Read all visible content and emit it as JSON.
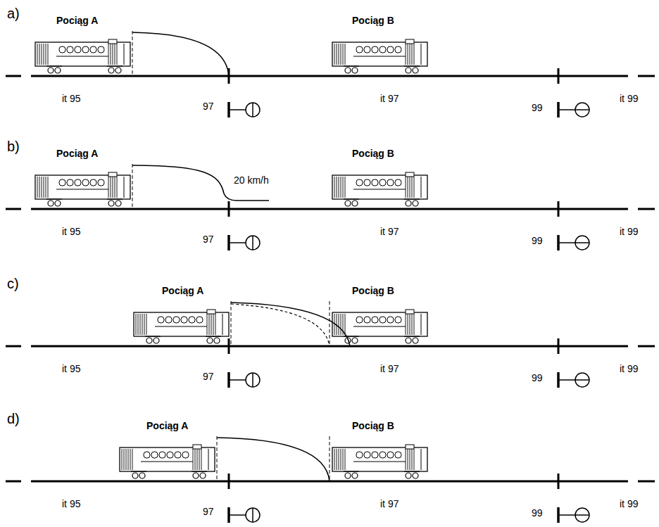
{
  "diagram": {
    "labels": [
      "a)",
      "Pociąg A",
      "Pociąg B",
      "it 95",
      "97",
      "it 97",
      "99",
      "it 99",
      "b)",
      "Pociąg A",
      "Pociąg B",
      "it 95",
      "97",
      "it 97",
      "99",
      "it 99",
      "20 km/h",
      "c)",
      "Pociąg A",
      "Pociąg B",
      "it 95",
      "97",
      "it 97",
      "99",
      "it 99",
      "d)",
      "Pociąg A",
      "Pociąg B",
      "it 95",
      "97",
      "it 97",
      "99",
      "it 99"
    ]
  }
}
